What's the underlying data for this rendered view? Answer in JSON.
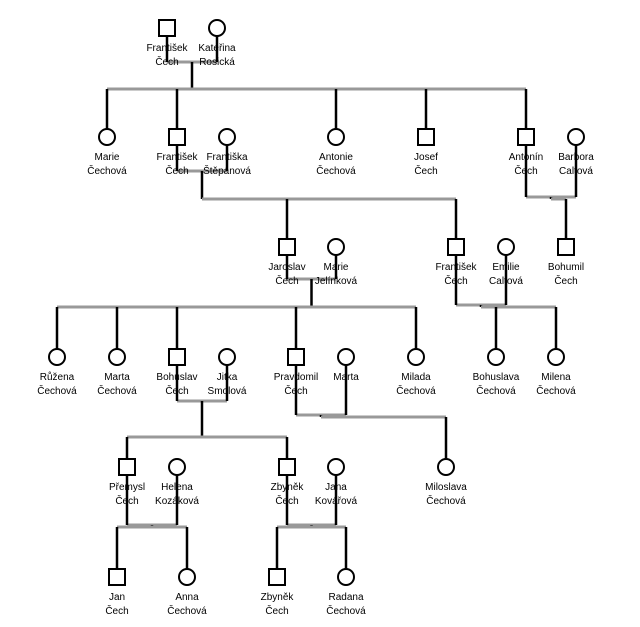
{
  "people": {
    "frantisek_1": {
      "first": "František",
      "last": "Čech",
      "sex": "male"
    },
    "katerina": {
      "first": "Kateřina",
      "last": "Rosická",
      "sex": "female"
    },
    "marie_c": {
      "first": "Marie",
      "last": "Čechová",
      "sex": "female"
    },
    "frantisek_2": {
      "first": "František",
      "last": "Čech",
      "sex": "male"
    },
    "frantiska": {
      "first": "Františka",
      "last": "Štěpánová",
      "sex": "female"
    },
    "antonie": {
      "first": "Antonie",
      "last": "Čechová",
      "sex": "female"
    },
    "josef": {
      "first": "Josef",
      "last": "Čech",
      "sex": "male"
    },
    "antonin": {
      "first": "Antonín",
      "last": "Čech",
      "sex": "male"
    },
    "barbora": {
      "first": "Barbora",
      "last": "Caltová",
      "sex": "female"
    },
    "jaroslav": {
      "first": "Jaroslav",
      "last": "Čech",
      "sex": "male"
    },
    "marie_j": {
      "first": "Marie",
      "last": "Jelínková",
      "sex": "female"
    },
    "frantisek_3": {
      "first": "František",
      "last": "Čech",
      "sex": "male"
    },
    "emilie": {
      "first": "Emilie",
      "last": "Caltová",
      "sex": "female"
    },
    "bohumil": {
      "first": "Bohumil",
      "last": "Čech",
      "sex": "male"
    },
    "ruzena": {
      "first": "Růžena",
      "last": "Čechová",
      "sex": "female"
    },
    "marta_c": {
      "first": "Marta",
      "last": "Čechová",
      "sex": "female"
    },
    "bohuslav": {
      "first": "Bohuslav",
      "last": "Čech",
      "sex": "male"
    },
    "jitka": {
      "first": "Jitka",
      "last": "Smolová",
      "sex": "female"
    },
    "pravdomil": {
      "first": "Pravdomil",
      "last": "Čech",
      "sex": "male"
    },
    "marta": {
      "first": "Marta",
      "last": "",
      "sex": "female"
    },
    "milada": {
      "first": "Milada",
      "last": "Čechová",
      "sex": "female"
    },
    "bohuslava": {
      "first": "Bohuslava",
      "last": "Čechová",
      "sex": "female"
    },
    "milena": {
      "first": "Milena",
      "last": "Čechová",
      "sex": "female"
    },
    "premysl": {
      "first": "Přemysl",
      "last": "Čech",
      "sex": "male"
    },
    "helena": {
      "first": "Helena",
      "last": "Kozáková",
      "sex": "female"
    },
    "zbynek_1": {
      "first": "Zbyněk",
      "last": "Čech",
      "sex": "male"
    },
    "jana": {
      "first": "Jana",
      "last": "Kovářová",
      "sex": "female"
    },
    "miloslava": {
      "first": "Miloslava",
      "last": "Čechová",
      "sex": "female"
    },
    "jan": {
      "first": "Jan",
      "last": "Čech",
      "sex": "male"
    },
    "anna": {
      "first": "Anna",
      "last": "Čechová",
      "sex": "female"
    },
    "zbynek_2": {
      "first": "Zbyněk",
      "last": "Čech",
      "sex": "male"
    },
    "radana": {
      "first": "Radana",
      "last": "Čechová",
      "sex": "female"
    }
  },
  "families": [
    {
      "parents": [
        "frantisek_1",
        "katerina"
      ],
      "children": [
        "marie_c",
        "frantisek_2",
        "antonie",
        "josef",
        "antonin"
      ]
    },
    {
      "parents": [
        "frantisek_2",
        "frantiska"
      ],
      "children": [
        "jaroslav",
        "frantisek_3"
      ]
    },
    {
      "parents": [
        "antonin",
        "barbora"
      ],
      "children": [
        "bohumil"
      ]
    },
    {
      "parents": [
        "jaroslav",
        "marie_j"
      ],
      "children": [
        "ruzena",
        "marta_c",
        "bohuslav",
        "pravdomil",
        "milada"
      ]
    },
    {
      "parents": [
        "frantisek_3",
        "emilie"
      ],
      "children": [
        "bohuslava",
        "milena"
      ]
    },
    {
      "parents": [
        "bohuslav",
        "jitka"
      ],
      "children": [
        "premysl",
        "zbynek_1"
      ]
    },
    {
      "parents": [
        "pravdomil",
        "marta"
      ],
      "children": [
        "miloslava"
      ]
    },
    {
      "parents": [
        "premysl",
        "helena"
      ],
      "children": [
        "jan",
        "anna"
      ]
    },
    {
      "parents": [
        "zbynek_1",
        "jana"
      ],
      "children": [
        "zbynek_2",
        "radana"
      ]
    }
  ],
  "colors": {
    "line": "#000000",
    "couple_link": "#999999",
    "background": "#ffffff"
  }
}
